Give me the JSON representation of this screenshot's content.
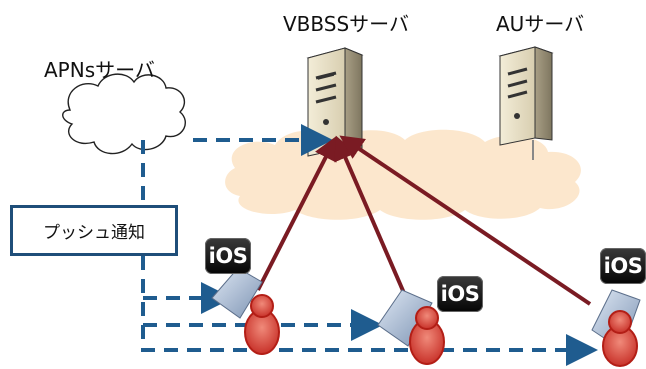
{
  "labels": {
    "vbbss_server": "VBBSSサーバ",
    "au_server": "AUサーバ",
    "apns_server": "APNsサーバ",
    "push_notification": "プッシュ通知"
  },
  "badges": {
    "ios_text": "iOS"
  },
  "colors": {
    "dashed_arrow": "#1f5c8f",
    "solid_arrow": "#7a1b23",
    "cloud_fill": "#fbe5c8",
    "person": "#d8443c"
  }
}
